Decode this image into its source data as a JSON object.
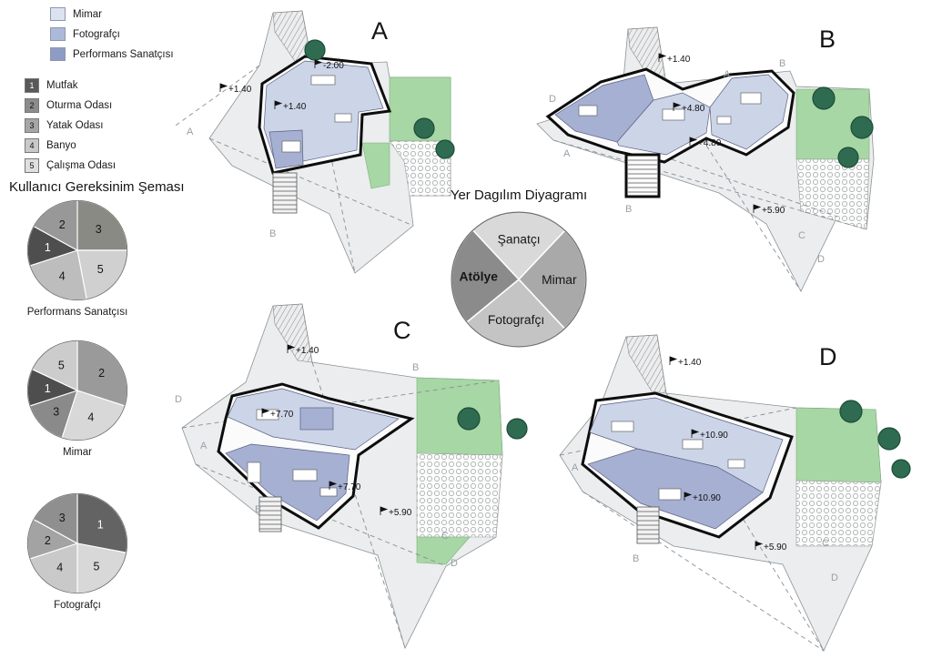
{
  "titles": {
    "requirements": "Kullanıcı Gereksinim Şeması"
  },
  "legend_users": [
    {
      "label": "Mimar",
      "color": "#dce3f0"
    },
    {
      "label": "Fotografçı",
      "color": "#adb9d8"
    },
    {
      "label": "Performans Sanatçısı",
      "color": "#8e9cc4"
    }
  ],
  "legend_rooms": [
    {
      "num": "1",
      "label": "Mutfak",
      "color": "#595959",
      "text": "#ffffff"
    },
    {
      "num": "2",
      "label": "Oturma Odası",
      "color": "#8c8c8c",
      "text": "#111111"
    },
    {
      "num": "3",
      "label": "Yatak Odası",
      "color": "#a6a6a6",
      "text": "#111111"
    },
    {
      "num": "4",
      "label": "Banyo",
      "color": "#c9c9c9",
      "text": "#111111"
    },
    {
      "num": "5",
      "label": "Çalışma Odası",
      "color": "#dfdfdf",
      "text": "#111111"
    }
  ],
  "chart_data": [
    {
      "type": "pie",
      "title": "Performans Sanatçısı",
      "rotate": 0,
      "label_size": 11,
      "legend_position": "none",
      "segments": [
        {
          "label": "3",
          "value": 25,
          "color": "#8a8a84"
        },
        {
          "label": "5",
          "value": 22,
          "color": "#d0d0d0"
        },
        {
          "label": "4",
          "value": 23,
          "color": "#bdbdbd"
        },
        {
          "label": "1",
          "value": 13,
          "color": "#4e4e4e"
        },
        {
          "label": "2",
          "value": 17,
          "color": "#989898"
        }
      ]
    },
    {
      "type": "pie",
      "title": "Mimar",
      "rotate": 0,
      "label_size": 11,
      "legend_position": "none",
      "segments": [
        {
          "label": "2",
          "value": 30,
          "color": "#9a9a9a"
        },
        {
          "label": "4",
          "value": 25,
          "color": "#d8d8d8"
        },
        {
          "label": "3",
          "value": 15,
          "color": "#8a8a8a"
        },
        {
          "label": "1",
          "value": 12,
          "color": "#4e4e4e"
        },
        {
          "label": "5",
          "value": 18,
          "color": "#cccccc"
        }
      ]
    },
    {
      "type": "pie",
      "title": "Fotografçı",
      "rotate": 0,
      "label_size": 11,
      "legend_position": "none",
      "segments": [
        {
          "label": "1",
          "value": 28,
          "color": "#636363"
        },
        {
          "label": "5",
          "value": 22,
          "color": "#d8d8d8"
        },
        {
          "label": "4",
          "value": 20,
          "color": "#c9c9c9"
        },
        {
          "label": "2",
          "value": 13,
          "color": "#a3a3a3"
        },
        {
          "label": "3",
          "value": 17,
          "color": "#8f8f8f"
        }
      ]
    },
    {
      "type": "pie",
      "title": "Yer Dagılım Diyagramı",
      "rotate": -43,
      "label_size": 9,
      "legend_position": "none",
      "segments": [
        {
          "label": "Şanatçı",
          "value": 24,
          "color": "#d9d9d9"
        },
        {
          "label": "Mimar",
          "value": 26,
          "color": "#a9a9a9"
        },
        {
          "label": "Fotografçı",
          "value": 26,
          "color": "#c4c4c4"
        },
        {
          "label": "Atölye",
          "value": 24,
          "color": "#8b8b8b",
          "bold": true
        }
      ]
    }
  ],
  "plans": {
    "a": {
      "title": "A",
      "elevations": [
        "+1.40",
        "-2.00",
        "+1.40"
      ],
      "letters": [
        "A",
        "B"
      ]
    },
    "b": {
      "title": "B",
      "elevations": [
        "+1.40",
        "+4.80",
        "+4.80",
        "+5.90"
      ],
      "letters": [
        "D",
        "A",
        "B",
        "A",
        "B",
        "C",
        "D"
      ]
    },
    "c": {
      "title": "C",
      "elevations": [
        "+1.40",
        "+7.70",
        "+7.70",
        "+5.90"
      ],
      "letters": [
        "D",
        "A",
        "B",
        "B",
        "C",
        "D"
      ]
    },
    "d": {
      "title": "D",
      "elevations": [
        "+1.40",
        "+10.90",
        "+10.90",
        "+5.90"
      ],
      "letters": [
        "A",
        "B",
        "C",
        "D"
      ]
    }
  }
}
